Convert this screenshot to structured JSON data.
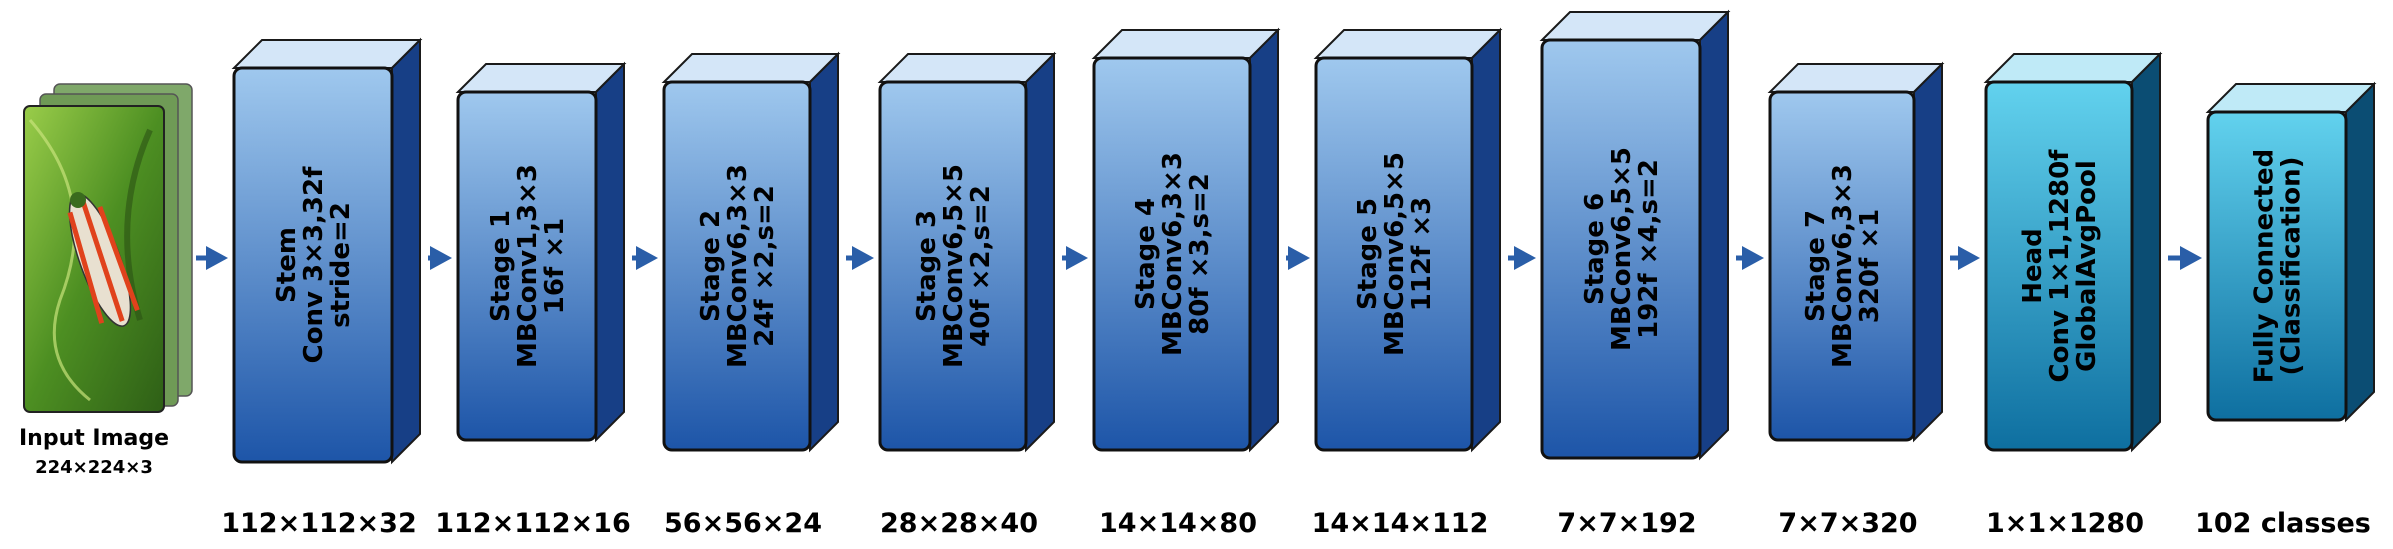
{
  "input": {
    "title": "Input Image",
    "dims": "224×224×3"
  },
  "blocks": [
    {
      "lines": [
        "Stem",
        "Conv 3×3,32f",
        "stride=2"
      ],
      "output": "112×112×32",
      "scheme": "blue"
    },
    {
      "lines": [
        "Stage 1",
        "MBConv1,3×3",
        "16f ×1"
      ],
      "output": "112×112×16",
      "scheme": "blue"
    },
    {
      "lines": [
        "Stage 2",
        "MBConv6,3×3",
        "24f ×2,s=2"
      ],
      "output": "56×56×24",
      "scheme": "blue"
    },
    {
      "lines": [
        "Stage 3",
        "MBConv6,5×5",
        "40f ×2,s=2"
      ],
      "output": "28×28×40",
      "scheme": "blue"
    },
    {
      "lines": [
        "Stage 4",
        "MBConv6,3×3",
        "80f ×3,s=2"
      ],
      "output": "14×14×80",
      "scheme": "blue"
    },
    {
      "lines": [
        "Stage 5",
        "MBConv6,5×5",
        "112f ×3"
      ],
      "output": "14×14×112",
      "scheme": "blue"
    },
    {
      "lines": [
        "Stage 6",
        "MBConv6,5×5",
        "192f ×4,s=2"
      ],
      "output": "7×7×192",
      "scheme": "blue"
    },
    {
      "lines": [
        "Stage 7",
        "MBConv6,3×3",
        "320f ×1"
      ],
      "output": "7×7×320",
      "scheme": "blue"
    },
    {
      "lines": [
        "Head",
        "Conv 1×1,1280f",
        "GlobalAvgPool"
      ],
      "output": "1×1×1280",
      "scheme": "cyan"
    },
    {
      "lines": [
        "Fully Connected",
        "(Classification)"
      ],
      "output": "102 classes",
      "scheme": "cyan"
    }
  ],
  "colors": {
    "blue_top": "#9fc8ee",
    "blue_bottom": "#1d55a8",
    "blue_side": "#173f86",
    "blue_lid": "#d4e6f8",
    "cyan_top": "#62d2ee",
    "cyan_bottom": "#0e6fa0",
    "cyan_side": "#0b4d73",
    "cyan_lid": "#bfeaf7",
    "arrow": "#2a5ea8"
  }
}
